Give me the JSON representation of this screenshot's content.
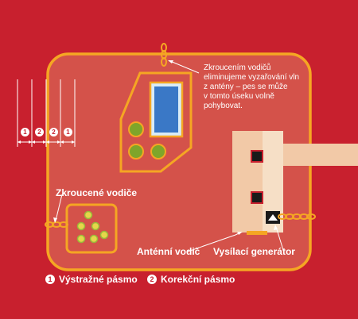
{
  "callout": {
    "lines": [
      "Zkroucením vodičů",
      "eliminujeme vyzařování vln",
      "z antény – pes se může",
      "v tomto úseku volně",
      "pohybovat."
    ]
  },
  "labels": {
    "twisted_wires": "Zkroucené vodiče",
    "antenna_wire": "Anténní vodič",
    "transmitter": "Vysílací generátor"
  },
  "legend": [
    {
      "number": "1",
      "text": "Výstražné pásmo"
    },
    {
      "number": "2",
      "text": "Korekční pásmo"
    }
  ],
  "zone_markers": [
    "1",
    "2",
    "2",
    "1"
  ],
  "colors": {
    "background": "#c8202e",
    "yard": "#d4524a",
    "wire": "#f5a623",
    "device_fill": "#f2c9a7",
    "device_panel": "#f6dfc6",
    "screen_blue": "#3a78c6",
    "plant_green": "#7fa52a",
    "flower_yellow": "#e6d64a",
    "text": "#ffffff"
  },
  "icons": {
    "yard_outline": "rounded-rectangle-wire",
    "house": "house-shape",
    "window": "blue-window",
    "shrubs": "green-circle-icons",
    "flowerbed": "flower-icons",
    "twist_marker": "twisted-wire-chain-icon",
    "transmitter_box": "transmitter-box-icon",
    "arrow": "pointer-arrow-icon"
  }
}
